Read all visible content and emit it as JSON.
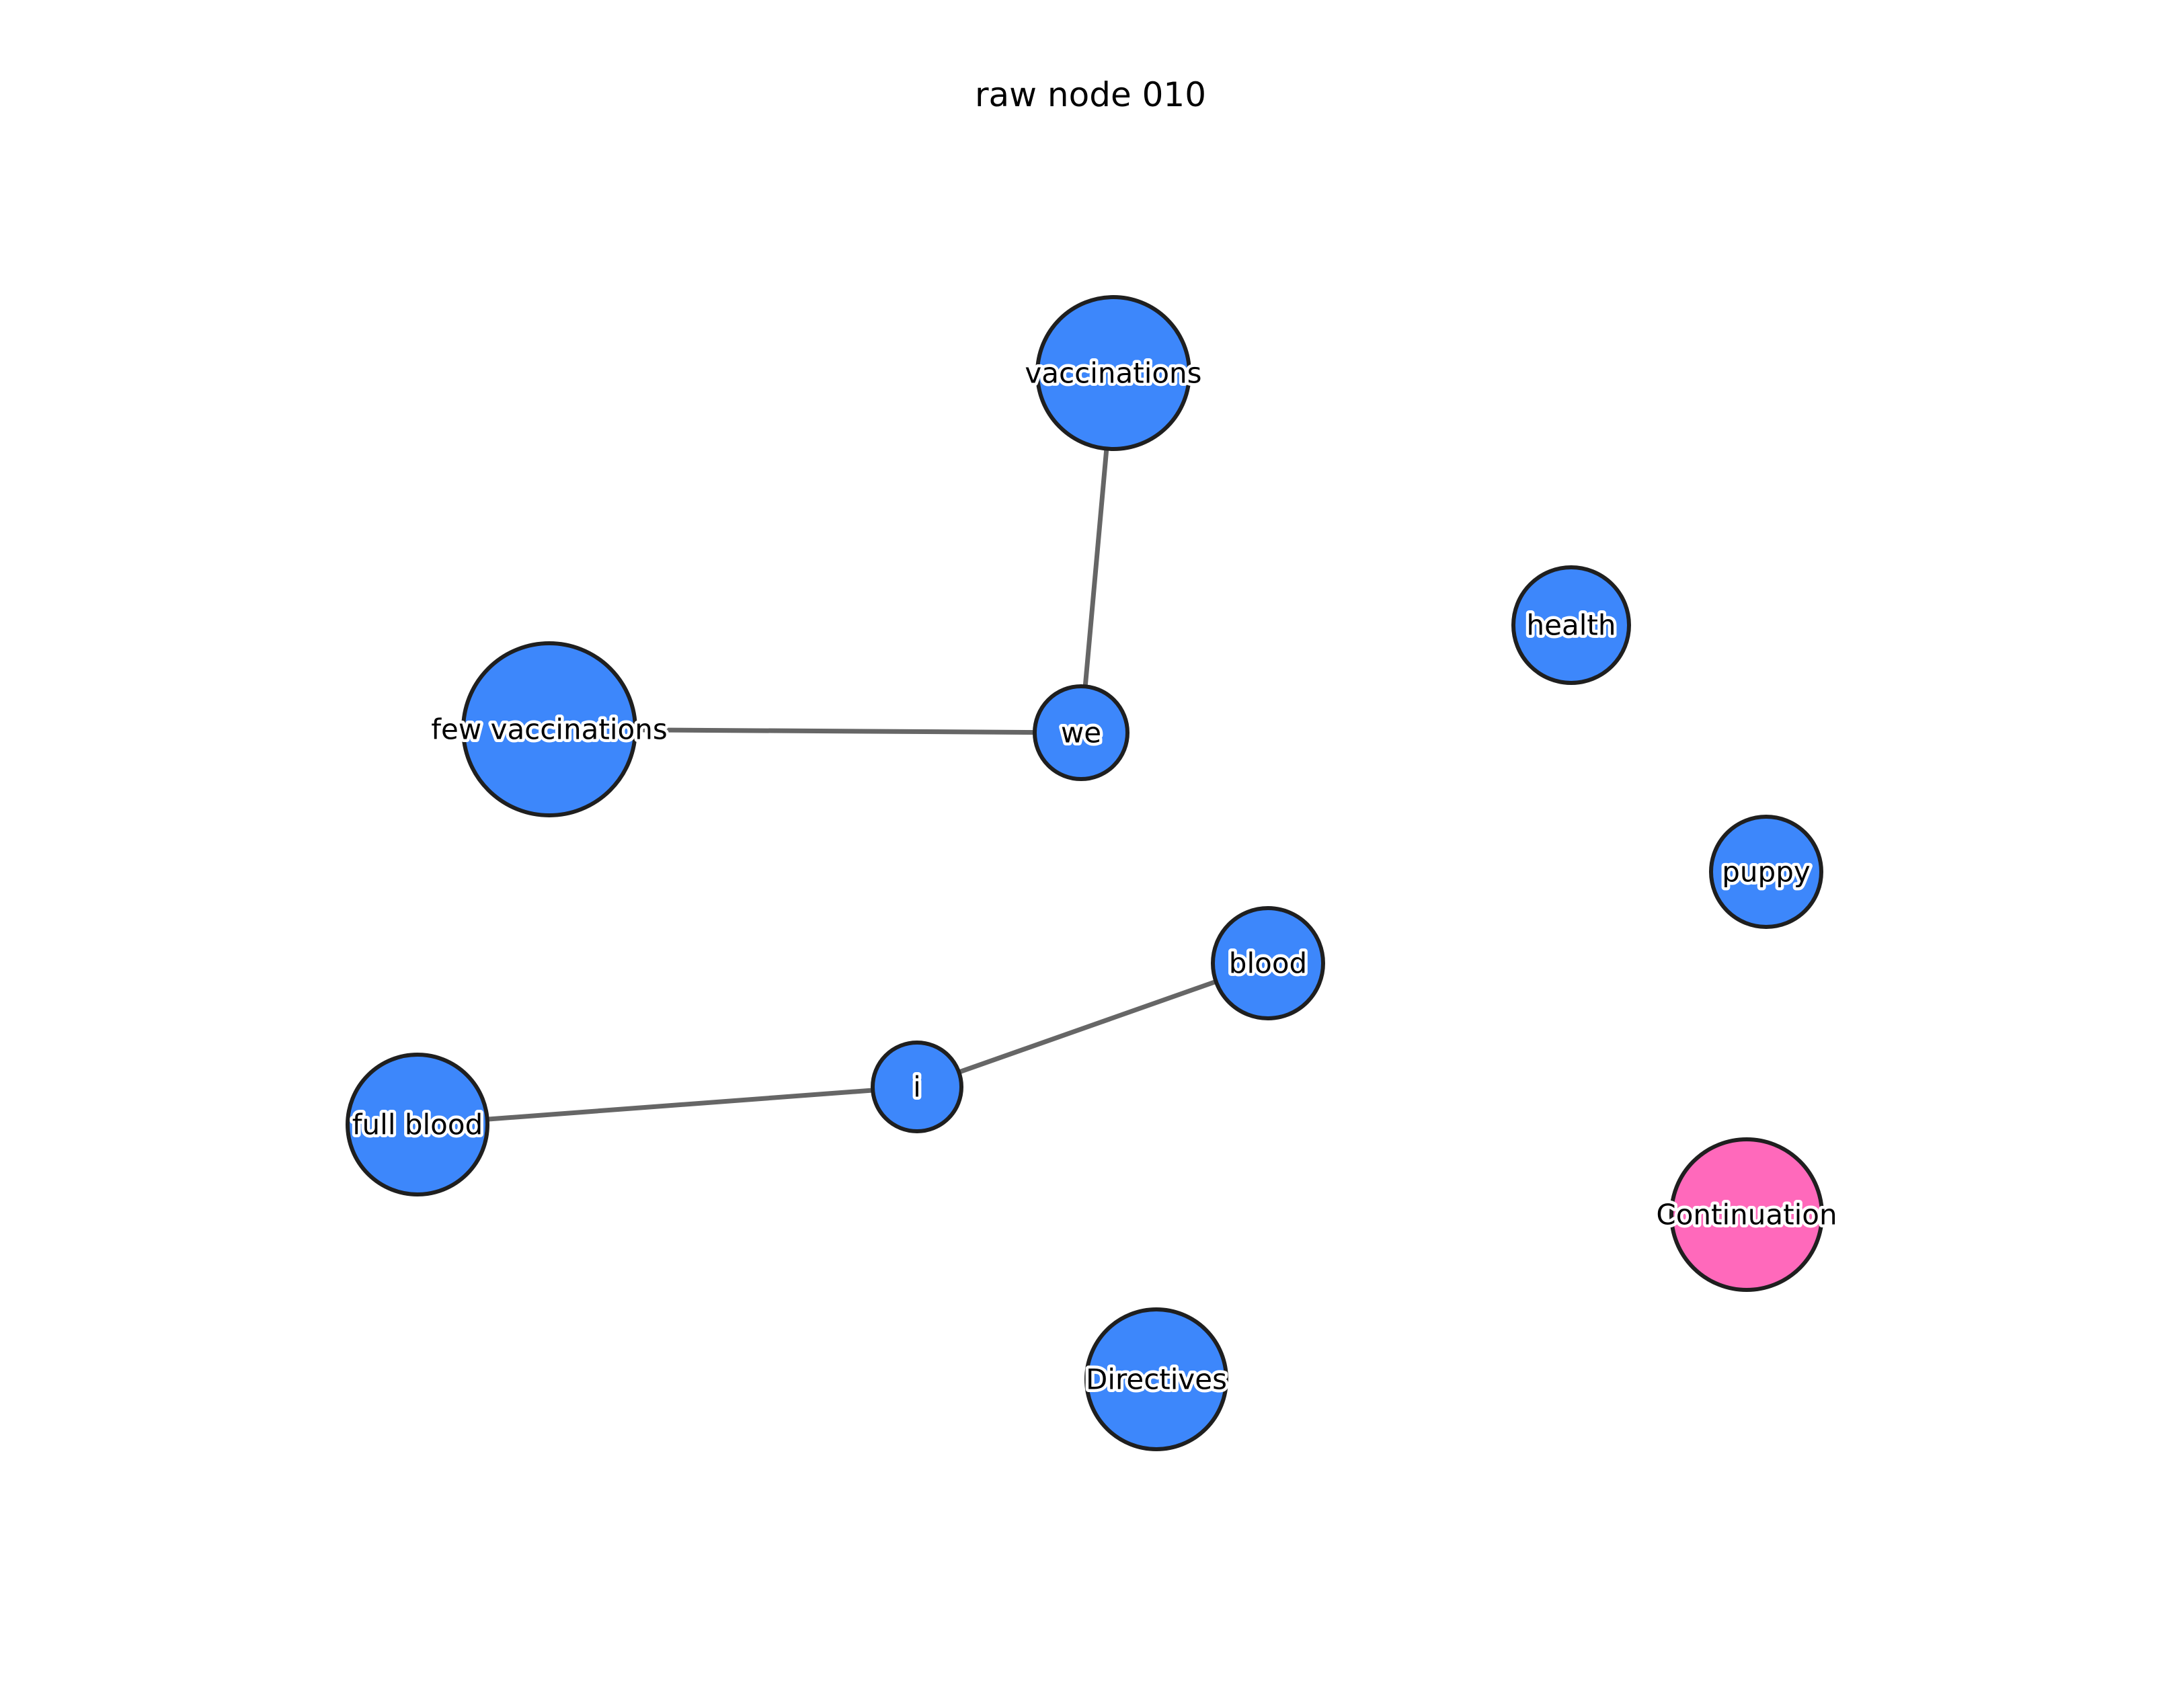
{
  "title": "raw node 010",
  "colors": {
    "primary_node": "#3d87fb",
    "highlight_node": "#ff69bb",
    "edge": "#666666",
    "node_outline": "#1f1f1f"
  },
  "nodes": [
    {
      "id": "vaccinations",
      "label": "vaccinations",
      "kind": "primary"
    },
    {
      "id": "few_vaccinations",
      "label": "few vaccinations",
      "kind": "primary"
    },
    {
      "id": "we",
      "label": "we",
      "kind": "primary"
    },
    {
      "id": "health",
      "label": "health",
      "kind": "primary"
    },
    {
      "id": "puppy",
      "label": "puppy",
      "kind": "primary"
    },
    {
      "id": "blood",
      "label": "blood",
      "kind": "primary"
    },
    {
      "id": "i",
      "label": "i",
      "kind": "primary"
    },
    {
      "id": "full_blood",
      "label": "full blood",
      "kind": "primary"
    },
    {
      "id": "continuation",
      "label": "Continuation",
      "kind": "highlight"
    },
    {
      "id": "directives",
      "label": "Directives",
      "kind": "primary"
    }
  ],
  "edges": [
    {
      "source": "vaccinations",
      "target": "we"
    },
    {
      "source": "few_vaccinations",
      "target": "we"
    },
    {
      "source": "i",
      "target": "blood"
    },
    {
      "source": "i",
      "target": "full_blood"
    }
  ]
}
